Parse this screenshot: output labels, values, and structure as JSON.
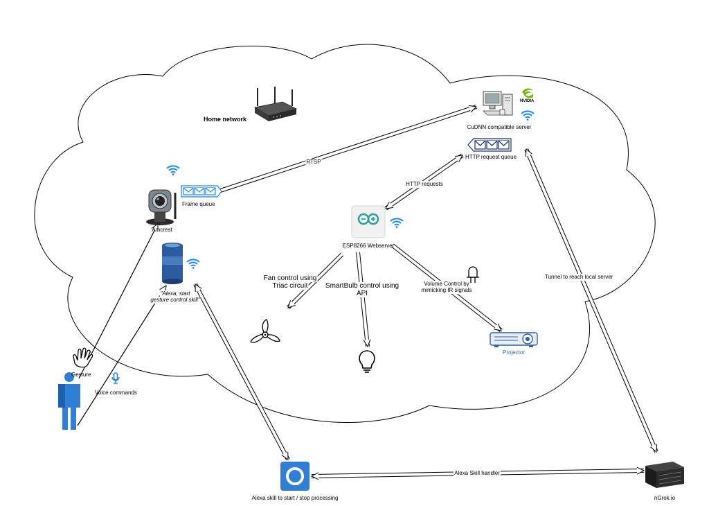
{
  "labels": {
    "home_network": "Home network",
    "cudnn_server": "CuDNN compatible server",
    "nvidia": "NVIDIA",
    "http_request_queue": "HTTP request queue",
    "rtsp": "RTSP",
    "http_requests": "HTTP requests",
    "frame_queue": "Frame queue",
    "amcrest": "Amcrest",
    "esp_webserver": "ESP8266 Webserver",
    "fan_control_line1": "Fan control using",
    "fan_control_line2": "Triac circuit",
    "smartbulb_line1": "SmartBulb control using",
    "smartbulb_line2": "API",
    "volume_line1": "Volume Control by",
    "volume_line2": "mimicking IR signals",
    "projector": "Projector",
    "tunnel": "Tunnel to reach local server",
    "alexa_quote_line1": "\"Alexa, start",
    "alexa_quote_line2": "gesture control skill\"",
    "gesture": "Gesture",
    "voice_commands": "Voice commands",
    "alexa_skill": "Alexa skill to start / stop processing",
    "alexa_skill_handler": "Alexa Skill handler",
    "ngrok": "nGrok.io"
  },
  "colors": {
    "wifi": "#1e88e5",
    "envelope": "#1e88e5",
    "alexa_box": "#2f7fd6",
    "projector": "#2f5fa8",
    "nvidia": "#76b900",
    "person": "#2f7fd6",
    "echo": "#2b5aa0"
  }
}
